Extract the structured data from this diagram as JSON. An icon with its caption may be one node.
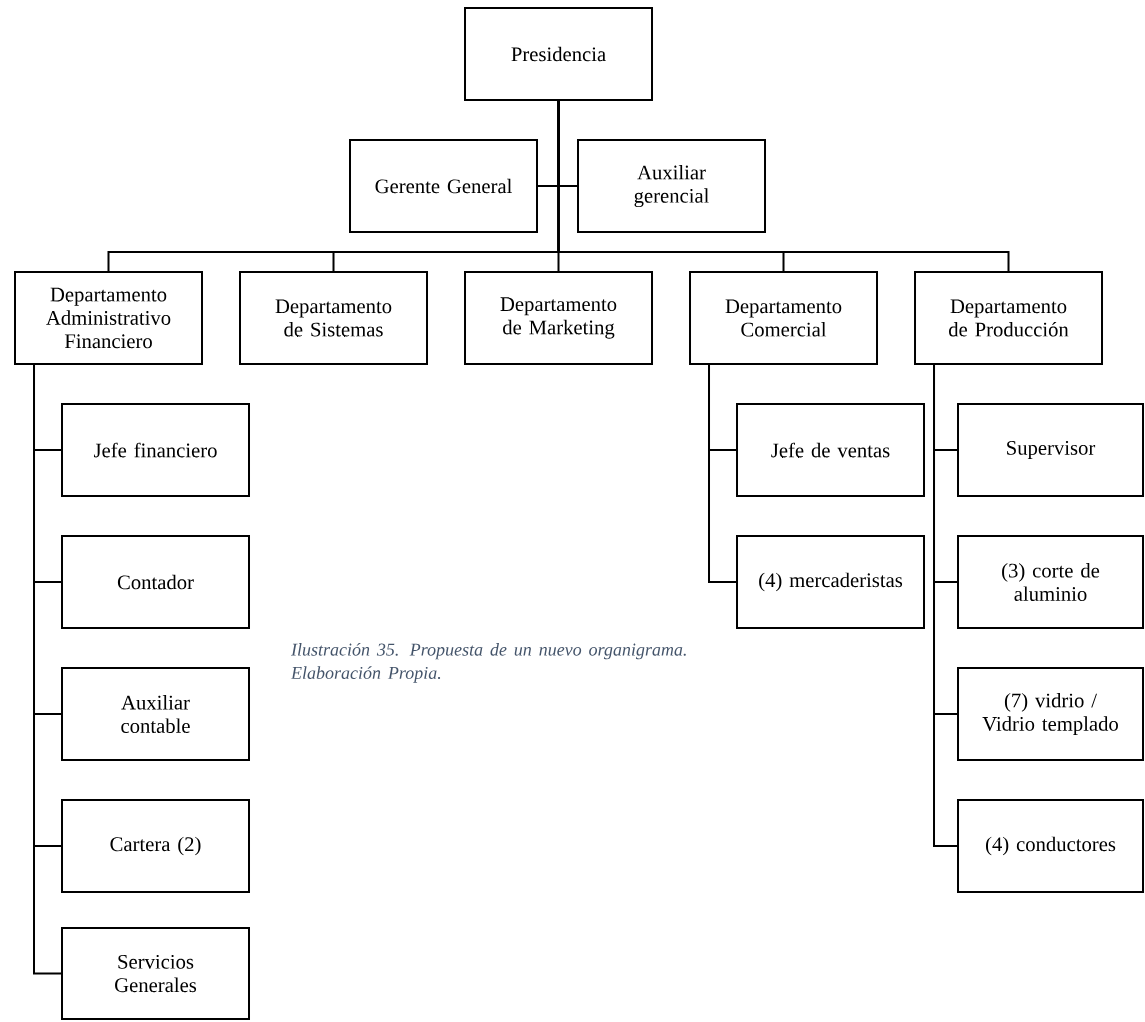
{
  "diagram": {
    "caption": "Ilustración 35. Propuesta de un nuevo organigrama. Elaboración Propia.",
    "nodes": [
      {
        "text": [
          "Presidencia"
        ]
      },
      {
        "text": [
          "Gerente General"
        ]
      },
      {
        "text": [
          "Auxiliar gerencial"
        ]
      },
      {
        "text": [
          "Departamento Administrativo Financiero"
        ]
      },
      {
        "text": [
          "Departamento de Sistemas"
        ]
      },
      {
        "text": [
          "Departamento de Marketing"
        ]
      },
      {
        "text": [
          "Departamento Comercial"
        ]
      },
      {
        "text": [
          "Departamento de Producción"
        ]
      },
      {
        "text": [
          "Jefe financiero"
        ]
      },
      {
        "text": [
          "Contador"
        ]
      },
      {
        "text": [
          "Auxiliar contable"
        ]
      },
      {
        "text": [
          "Cartera (2)"
        ]
      },
      {
        "text": [
          "Servicios Generales"
        ]
      },
      {
        "text": [
          "Jefe de ventas"
        ]
      },
      {
        "text": [
          "(4) mercaderistas"
        ]
      },
      {
        "text": [
          "Supervisor"
        ]
      },
      {
        "text": [
          "(3) corte de aluminio"
        ]
      },
      {
        "text": [
          "(7) vidrio / Vidrio templado"
        ]
      },
      {
        "text": [
          "(4) conductores"
        ]
      }
    ],
    "edges": [
      {
        "from": 0,
        "to": 1,
        "arrow": "none"
      },
      {
        "from": 0,
        "to": 2,
        "arrow": "none"
      },
      {
        "from": 0,
        "to": 3,
        "arrow": "none"
      },
      {
        "from": 0,
        "to": 4,
        "arrow": "none"
      },
      {
        "from": 0,
        "to": 5,
        "arrow": "none"
      },
      {
        "from": 0,
        "to": 6,
        "arrow": "none"
      },
      {
        "from": 0,
        "to": 7,
        "arrow": "none"
      },
      {
        "from": 3,
        "to": 8,
        "arrow": "none"
      },
      {
        "from": 3,
        "to": 9,
        "arrow": "none"
      },
      {
        "from": 3,
        "to": 10,
        "arrow": "none"
      },
      {
        "from": 3,
        "to": 11,
        "arrow": "none"
      },
      {
        "from": 3,
        "to": 12,
        "arrow": "none"
      },
      {
        "from": 6,
        "to": 13,
        "arrow": "none"
      },
      {
        "from": 6,
        "to": 14,
        "arrow": "none"
      },
      {
        "from": 7,
        "to": 15,
        "arrow": "none"
      },
      {
        "from": 7,
        "to": 16,
        "arrow": "none"
      },
      {
        "from": 7,
        "to": 17,
        "arrow": "none"
      },
      {
        "from": 7,
        "to": 18,
        "arrow": "none"
      }
    ]
  }
}
